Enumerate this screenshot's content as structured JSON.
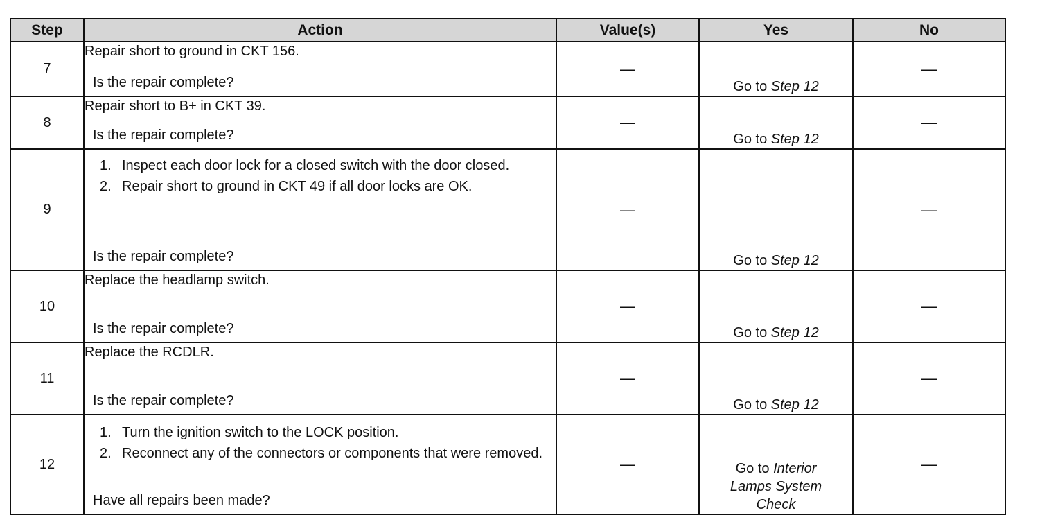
{
  "headers": {
    "step": "Step",
    "action": "Action",
    "values": "Value(s)",
    "yes": "Yes",
    "no": "No"
  },
  "rows": [
    {
      "step": "7",
      "lines": [
        "Repair short to ground in CKT 156."
      ],
      "question": "Is the repair complete?",
      "value": "—",
      "yes_prefix": "Go to ",
      "yes_ref": "Step 12",
      "no": "—"
    },
    {
      "step": "8",
      "lines": [
        "Repair short to B+ in CKT 39."
      ],
      "question": "Is the repair complete?",
      "value": "—",
      "yes_prefix": "Go to ",
      "yes_ref": "Step 12",
      "no": "—"
    },
    {
      "step": "9",
      "items": [
        {
          "num": "1.",
          "text": "Inspect each door lock for a closed switch with the door closed."
        },
        {
          "num": "2.",
          "text": "Repair short to ground in CKT 49 if all door locks are OK."
        }
      ],
      "question": "Is the repair complete?",
      "value": "—",
      "yes_prefix": "Go to ",
      "yes_ref": "Step 12",
      "no": "—"
    },
    {
      "step": "10",
      "lines": [
        "Replace the headlamp switch."
      ],
      "question": "Is the repair complete?",
      "value": "—",
      "yes_prefix": "Go to ",
      "yes_ref": "Step 12",
      "no": "—"
    },
    {
      "step": "11",
      "lines": [
        "Replace the RCDLR."
      ],
      "question": "Is the repair complete?",
      "value": "—",
      "yes_prefix": "Go to ",
      "yes_ref": "Step 12",
      "no": "—"
    },
    {
      "step": "12",
      "items": [
        {
          "num": "1.",
          "text": "Turn the ignition switch to the LOCK position."
        },
        {
          "num": "2.",
          "text": "Reconnect any of the connectors or components that were removed."
        }
      ],
      "question": "Have all repairs been made?",
      "value": "—",
      "yes_prefix": "Go to ",
      "yes_ref": "Interior Lamps System Check",
      "no": "—"
    }
  ]
}
